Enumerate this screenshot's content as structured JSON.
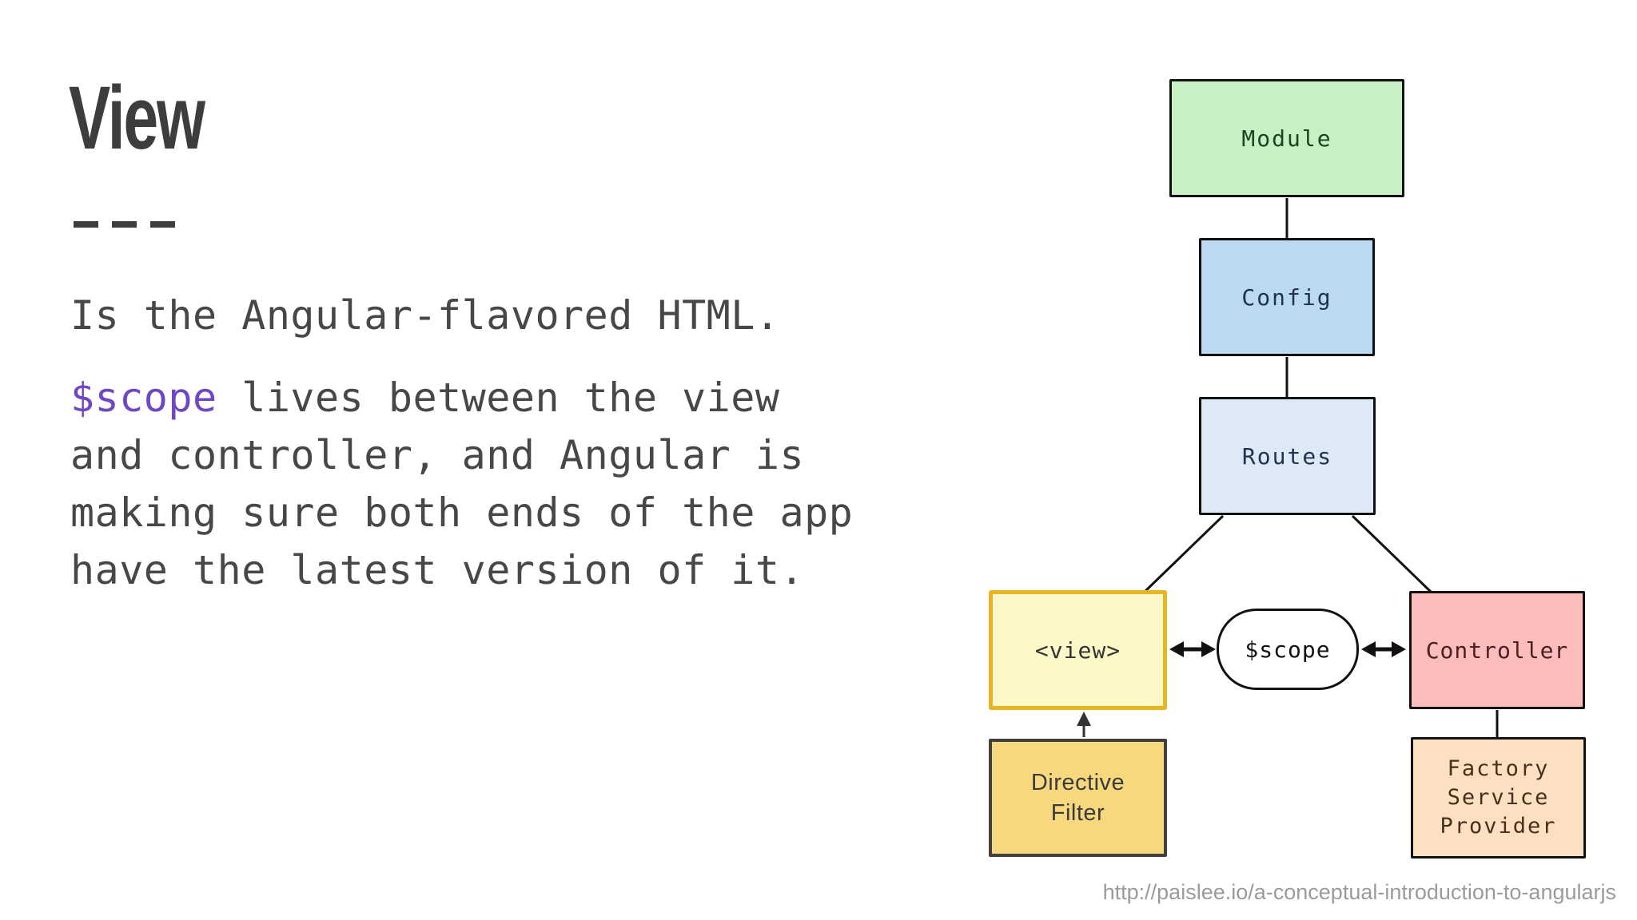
{
  "slide": {
    "title": "View",
    "intro": "Is the Angular-flavored HTML.",
    "scope_paragraph": {
      "keyword": "$scope",
      "line1_rest": " lives between the view",
      "line2": "and controller, and Angular is",
      "line3": "making sure both ends of the app",
      "line4": "have the latest version of it."
    },
    "footer_url": "http://paislee.io/a-conceptual-introduction-to-angularjs"
  },
  "diagram": {
    "module": "Module",
    "config": "Config",
    "routes": "Routes",
    "view": "<view>",
    "scope": "$scope",
    "controller": "Controller",
    "directive_filter": {
      "line1": "Directive",
      "line2": "Filter"
    },
    "factory": {
      "line1": "Factory",
      "line2": "Service",
      "line3": "Provider"
    }
  },
  "colors": {
    "accent_purple": "#6f47c5",
    "title_text": "#3d3d3d",
    "body_text": "#474747",
    "url_text": "#9b9b9b",
    "module_fill": "#c9f0c4",
    "config_fill": "#bcd9f4",
    "routes_fill": "#dde9f7",
    "view_fill": "#fdf8c8",
    "view_border": "#e8b424",
    "scope_fill": "#ffffff",
    "controller_fill": "#fbbcbc",
    "directive_fill": "#f8d87e",
    "factory_fill": "#fce0c1"
  }
}
